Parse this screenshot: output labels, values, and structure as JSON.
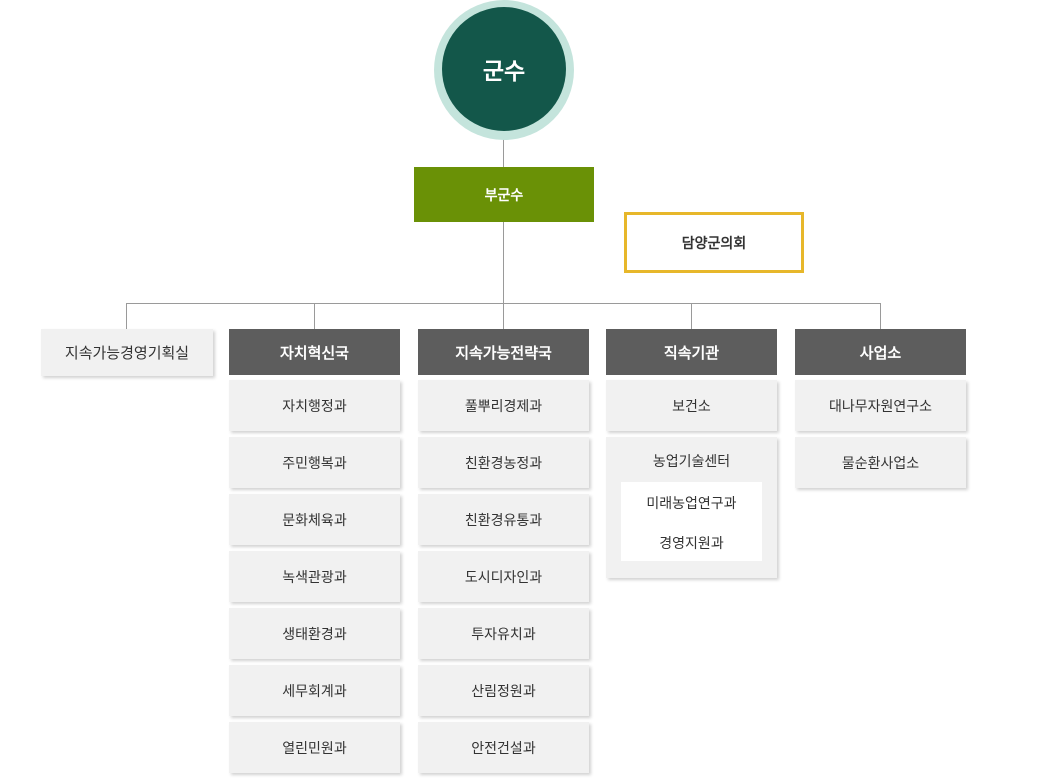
{
  "top": "군수",
  "vice": "부군수",
  "council": "담양군의회",
  "planning_office": "지속가능경영기획실",
  "columns": [
    {
      "title": "자치혁신국",
      "items": [
        "자치행정과",
        "주민행복과",
        "문화체육과",
        "녹색관광과",
        "생태환경과",
        "세무회계과",
        "열린민원과"
      ]
    },
    {
      "title": "지속가능전략국",
      "items": [
        "풀뿌리경제과",
        "친환경농정과",
        "친환경유통과",
        "도시디자인과",
        "투자유치과",
        "산림정원과",
        "안전건설과"
      ]
    },
    {
      "title": "직속기관",
      "items": [
        "보건소"
      ],
      "center": {
        "label": "농업기술센터",
        "subs": [
          "미래농업연구과",
          "경영지원과"
        ]
      }
    },
    {
      "title": "사업소",
      "items": [
        "대나무자원연구소",
        "물순환사업소"
      ]
    }
  ],
  "colors": {
    "top": "#13574a",
    "top_ring": "#c4e4dc",
    "vice": "#6a9106",
    "council_border": "#e7b72a",
    "header": "#5d5d5d",
    "box": "#f1f1f1"
  }
}
